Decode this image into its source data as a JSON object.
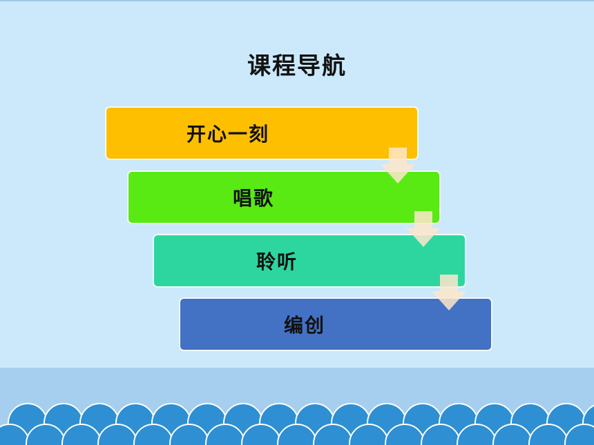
{
  "slide": {
    "title": "课程导航",
    "steps": [
      {
        "label": "开心一刻",
        "color": "#fdbf00"
      },
      {
        "label": "唱歌",
        "color": "#58ea12"
      },
      {
        "label": "聆听",
        "color": "#2dd69f"
      },
      {
        "label": "编创",
        "color": "#4372c4"
      }
    ],
    "arrow_color": "#fde7cc",
    "background": "#cbe9fb",
    "wave_color": "#2e8fd3"
  }
}
